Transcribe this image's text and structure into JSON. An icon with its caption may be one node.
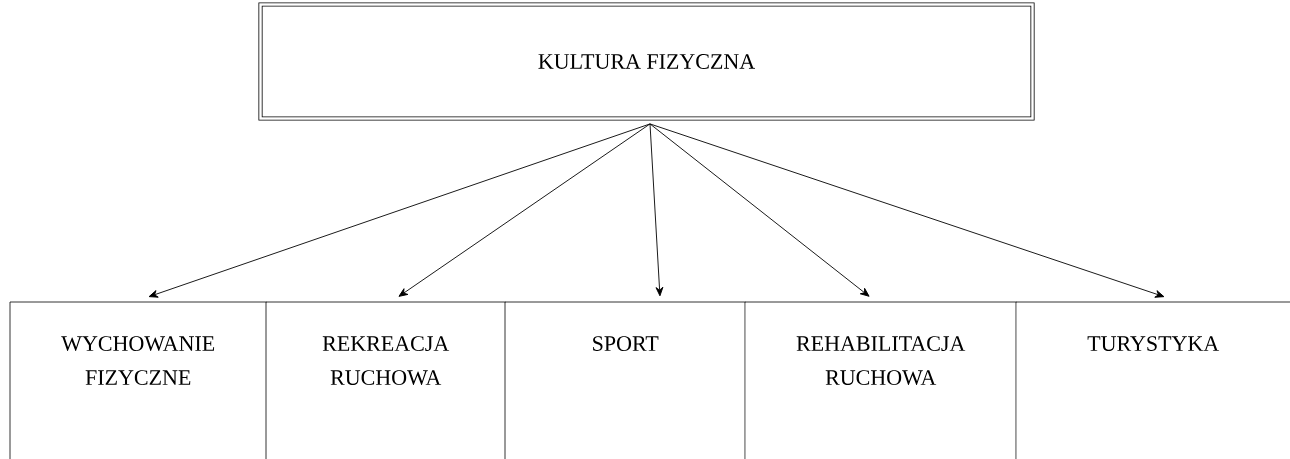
{
  "diagram": {
    "nodes": [
      {
        "text": [
          "KULTURA FIZYCZNA"
        ]
      },
      {
        "text": [
          "WYCHOWANIE FIZYCZNE"
        ]
      },
      {
        "text": [
          "REKREACJA RUCHOWA"
        ]
      },
      {
        "text": [
          "SPORT"
        ]
      },
      {
        "text": [
          "REHABILITACJA RUCHOWA"
        ]
      },
      {
        "text": [
          "TURYSTYKA"
        ]
      }
    ],
    "edges": [
      {
        "from": 0,
        "to": 1,
        "arrow": "to"
      },
      {
        "from": 0,
        "to": 2,
        "arrow": "to"
      },
      {
        "from": 0,
        "to": 3,
        "arrow": "to"
      },
      {
        "from": 0,
        "to": 4,
        "arrow": "to"
      },
      {
        "from": 0,
        "to": 5,
        "arrow": "to"
      }
    ]
  }
}
